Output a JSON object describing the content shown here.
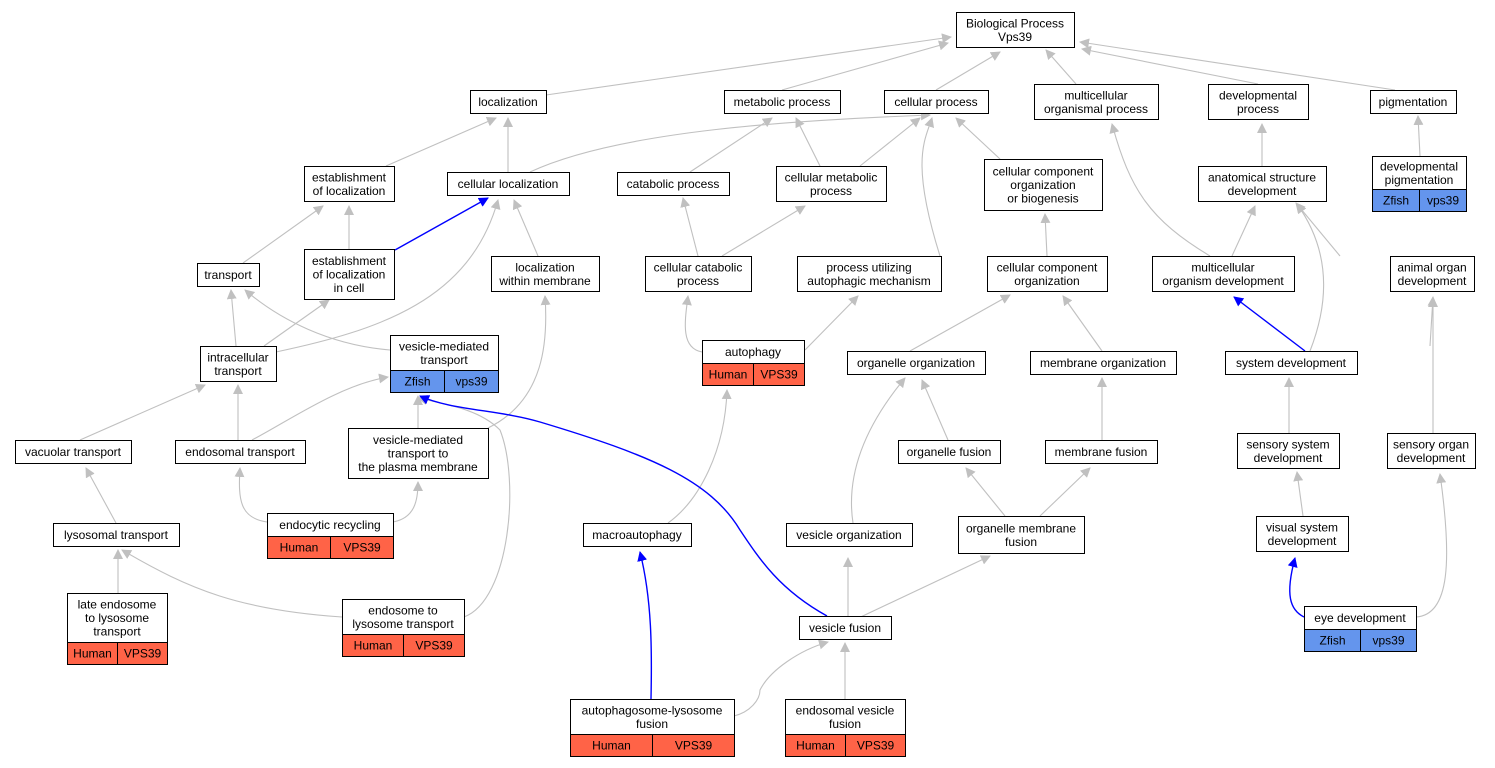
{
  "graph": {
    "colors": {
      "human": "#ff6347",
      "zfish": "#6495ed",
      "edge": "#c0c0c0",
      "highlight": "#0000ff"
    },
    "nodes": {
      "bp": {
        "lines": [
          "Biological Process",
          "Vps39"
        ]
      },
      "loc": {
        "lines": [
          "localization"
        ]
      },
      "meta": {
        "lines": [
          "metabolic process"
        ]
      },
      "cell": {
        "lines": [
          "cellular process"
        ]
      },
      "multi": {
        "lines": [
          "multicellular",
          "organismal process"
        ]
      },
      "devp": {
        "lines": [
          "developmental",
          "process"
        ]
      },
      "pig": {
        "lines": [
          "pigmentation"
        ]
      },
      "estloc": {
        "lines": [
          "establishment",
          "of localization"
        ]
      },
      "cellloc": {
        "lines": [
          "cellular localization"
        ]
      },
      "catab": {
        "lines": [
          "catabolic process"
        ]
      },
      "cellmeta": {
        "lines": [
          "cellular metabolic",
          "process"
        ]
      },
      "ccorgbio": {
        "lines": [
          "cellular component",
          "organization",
          "or biogenesis"
        ]
      },
      "anat": {
        "lines": [
          "anatomical structure",
          "development"
        ]
      },
      "devpig": {
        "lines": [
          "developmental",
          "pigmentation"
        ],
        "tags": [
          {
            "label": "Zfish",
            "kind": "zfish"
          },
          {
            "label": "vps39",
            "kind": "zfish"
          }
        ]
      },
      "transport": {
        "lines": [
          "transport"
        ]
      },
      "estloccell": {
        "lines": [
          "establishment",
          "of localization",
          "in cell"
        ]
      },
      "locmem": {
        "lines": [
          "localization",
          "within membrane"
        ]
      },
      "cellcat": {
        "lines": [
          "cellular catabolic",
          "process"
        ]
      },
      "autmech": {
        "lines": [
          "process utilizing",
          "autophagic mechanism"
        ]
      },
      "ccorg": {
        "lines": [
          "cellular component",
          "organization"
        ]
      },
      "multidev": {
        "lines": [
          "multicellular",
          "organism development"
        ]
      },
      "animorg": {
        "lines": [
          "animal organ",
          "development"
        ]
      },
      "intra": {
        "lines": [
          "intracellular",
          "transport"
        ]
      },
      "vesmed": {
        "lines": [
          "vesicle-mediated",
          "transport"
        ],
        "tags": [
          {
            "label": "Zfish",
            "kind": "zfish"
          },
          {
            "label": "vps39",
            "kind": "zfish"
          }
        ]
      },
      "autoph": {
        "lines": [
          "autophagy"
        ],
        "tags": [
          {
            "label": "Human",
            "kind": "human"
          },
          {
            "label": "VPS39",
            "kind": "human"
          }
        ]
      },
      "orgorg": {
        "lines": [
          "organelle organization"
        ]
      },
      "memorg": {
        "lines": [
          "membrane organization"
        ]
      },
      "sysdev": {
        "lines": [
          "system development"
        ]
      },
      "vactr": {
        "lines": [
          "vacuolar transport"
        ]
      },
      "endotr": {
        "lines": [
          "endosomal transport"
        ]
      },
      "vesplasma": {
        "lines": [
          "vesicle-mediated",
          "transport to",
          "the plasma membrane"
        ]
      },
      "orgfus": {
        "lines": [
          "organelle fusion"
        ]
      },
      "memfus": {
        "lines": [
          "membrane fusion"
        ]
      },
      "senssys": {
        "lines": [
          "sensory system",
          "development"
        ]
      },
      "sensorg": {
        "lines": [
          "sensory organ",
          "development"
        ]
      },
      "lysotr": {
        "lines": [
          "lysosomal transport"
        ]
      },
      "endorec": {
        "lines": [
          "endocytic recycling"
        ],
        "tags": [
          {
            "label": "Human",
            "kind": "human"
          },
          {
            "label": "VPS39",
            "kind": "human"
          }
        ]
      },
      "macro": {
        "lines": [
          "macroautophagy"
        ]
      },
      "vesorg": {
        "lines": [
          "vesicle organization"
        ]
      },
      "orgmemfus": {
        "lines": [
          "organelle membrane",
          "fusion"
        ]
      },
      "vissys": {
        "lines": [
          "visual system",
          "development"
        ]
      },
      "lateendo": {
        "lines": [
          "late endosome",
          "to lysosome",
          "transport"
        ],
        "tags": [
          {
            "label": "Human",
            "kind": "human"
          },
          {
            "label": "VPS39",
            "kind": "human"
          }
        ]
      },
      "endolyso": {
        "lines": [
          "endosome to",
          "lysosome transport"
        ],
        "tags": [
          {
            "label": "Human",
            "kind": "human"
          },
          {
            "label": "VPS39",
            "kind": "human"
          }
        ]
      },
      "vesfus": {
        "lines": [
          "vesicle fusion"
        ]
      },
      "eyedev": {
        "lines": [
          "eye development"
        ],
        "tags": [
          {
            "label": "Zfish",
            "kind": "zfish"
          },
          {
            "label": "vps39",
            "kind": "zfish"
          }
        ]
      },
      "autolyso": {
        "lines": [
          "autophagosome-lysosome",
          "fusion"
        ],
        "tags": [
          {
            "label": "Human",
            "kind": "human"
          },
          {
            "label": "VPS39",
            "kind": "human"
          }
        ]
      },
      "endovesfus": {
        "lines": [
          "endosomal vesicle",
          "fusion"
        ],
        "tags": [
          {
            "label": "Human",
            "kind": "human"
          },
          {
            "label": "VPS39",
            "kind": "human"
          }
        ]
      }
    }
  }
}
